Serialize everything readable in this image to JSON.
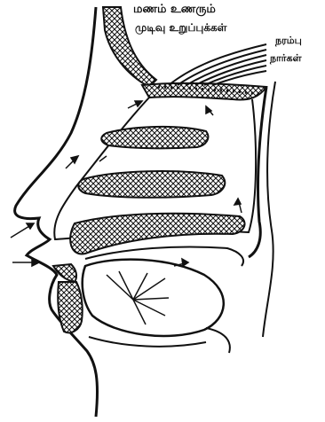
{
  "labels": {
    "smell_organs_line1": "மணம் உணரும்",
    "smell_organs_line2": "முடிவு உறுப்புக்கள்",
    "nerve_fibres_line1": "நரம்பு",
    "nerve_fibres_line2": "நார்கள்"
  },
  "colors": {
    "ink": "#111111",
    "paper": "#ffffff"
  }
}
